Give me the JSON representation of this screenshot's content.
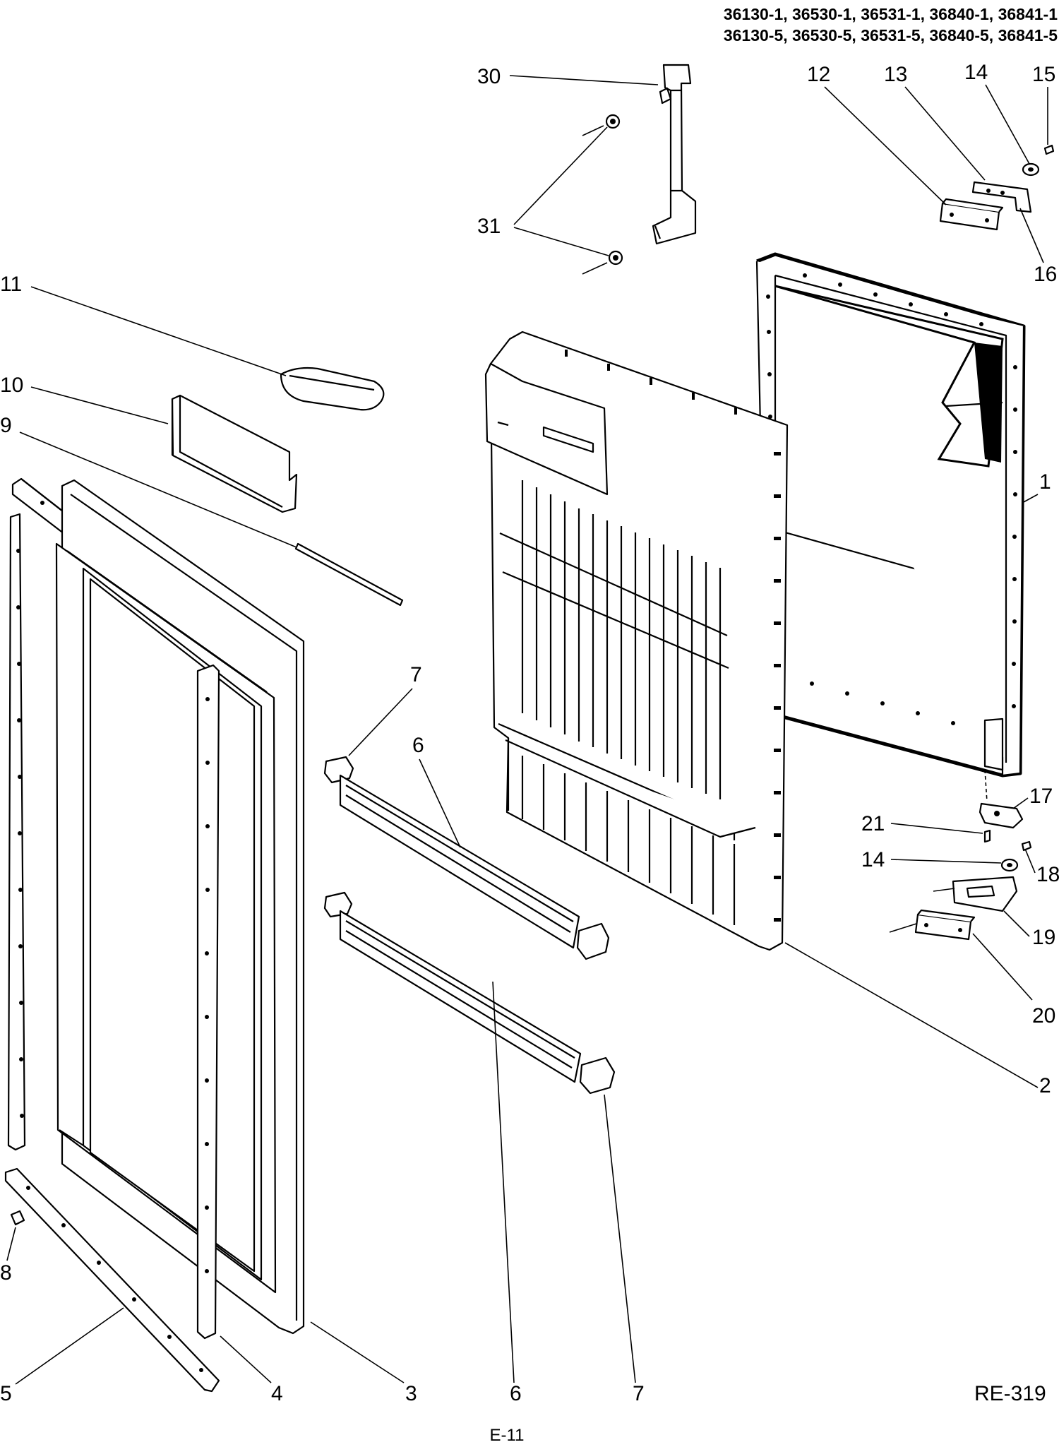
{
  "header": {
    "models_line1": "36130-1, 36530-1, 36531-1, 36840-1, 36841-1",
    "models_line2": "36130-5, 36530-5, 36531-5, 36840-5, 36841-5"
  },
  "callouts": {
    "c1": "1",
    "c2": "2",
    "c3": "3",
    "c4": "4",
    "c5": "5",
    "c6a": "6",
    "c6b": "6",
    "c7a": "7",
    "c7b": "7",
    "c8": "8",
    "c9": "9",
    "c10": "10",
    "c11": "11",
    "c12": "12",
    "c13": "13",
    "c14a": "14",
    "c14b": "14",
    "c15": "15",
    "c16": "16",
    "c17": "17",
    "c18": "18",
    "c19": "19",
    "c20": "20",
    "c21": "21",
    "c30": "30",
    "c31": "31"
  },
  "footer": {
    "drawing_code": "RE-319",
    "page_number": "E-11"
  }
}
